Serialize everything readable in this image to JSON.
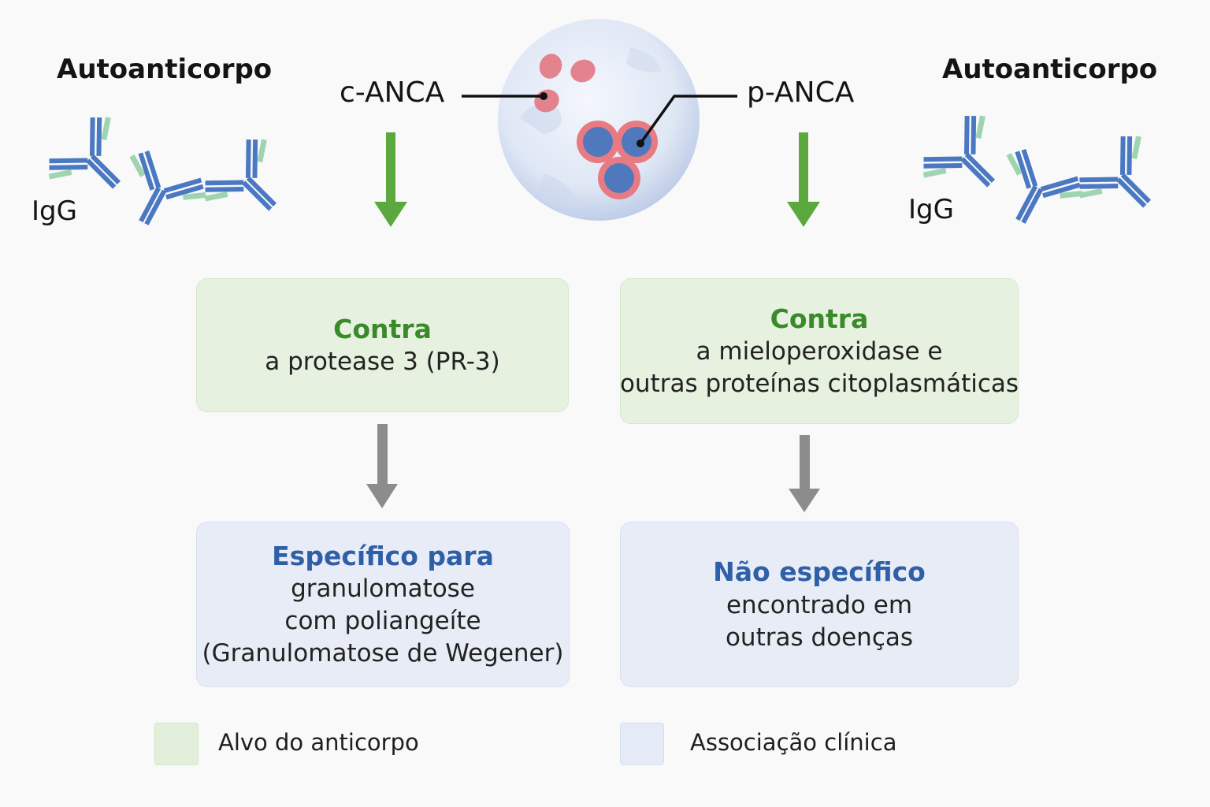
{
  "left": {
    "title": "Autoanticorpo",
    "antibody_label": "IgG",
    "pattern_label": "c-ANCA",
    "target_box": {
      "heading": "Contra",
      "lines": [
        "a protease 3 (PR-3)"
      ]
    },
    "clinical_box": {
      "heading": "Específico para",
      "lines": [
        "granulomatose",
        "com poliangeíte",
        "(Granulomatose de Wegener)"
      ]
    }
  },
  "right": {
    "title": "Autoanticorpo",
    "antibody_label": "IgG",
    "pattern_label": "p-ANCA",
    "target_box": {
      "heading": "Contra",
      "lines": [
        "a mieloperoxidase e",
        "outras proteínas citoplasmáticas"
      ]
    },
    "clinical_box": {
      "heading": "Não específico",
      "lines": [
        "encontrado em",
        "outras doenças"
      ]
    }
  },
  "legend": {
    "target": "Alvo do anticorpo",
    "clinical": "Associação clínica"
  },
  "colors": {
    "green_box": "#e6f1df",
    "blue_box": "#e7ecf6",
    "green_heading": "#3a8a2b",
    "blue_heading": "#2f5fa7",
    "green_arrow": "#5aa83e",
    "gray_arrow": "#8c8c8c",
    "antibody_heavy": "#4a78c2",
    "antibody_light": "#9fd4b0",
    "cell": "#dde6f4",
    "granule": "#e2707a"
  },
  "icons": [
    "igg-antibody-icon",
    "neutrophil-cell-icon",
    "down-arrow-icon"
  ]
}
